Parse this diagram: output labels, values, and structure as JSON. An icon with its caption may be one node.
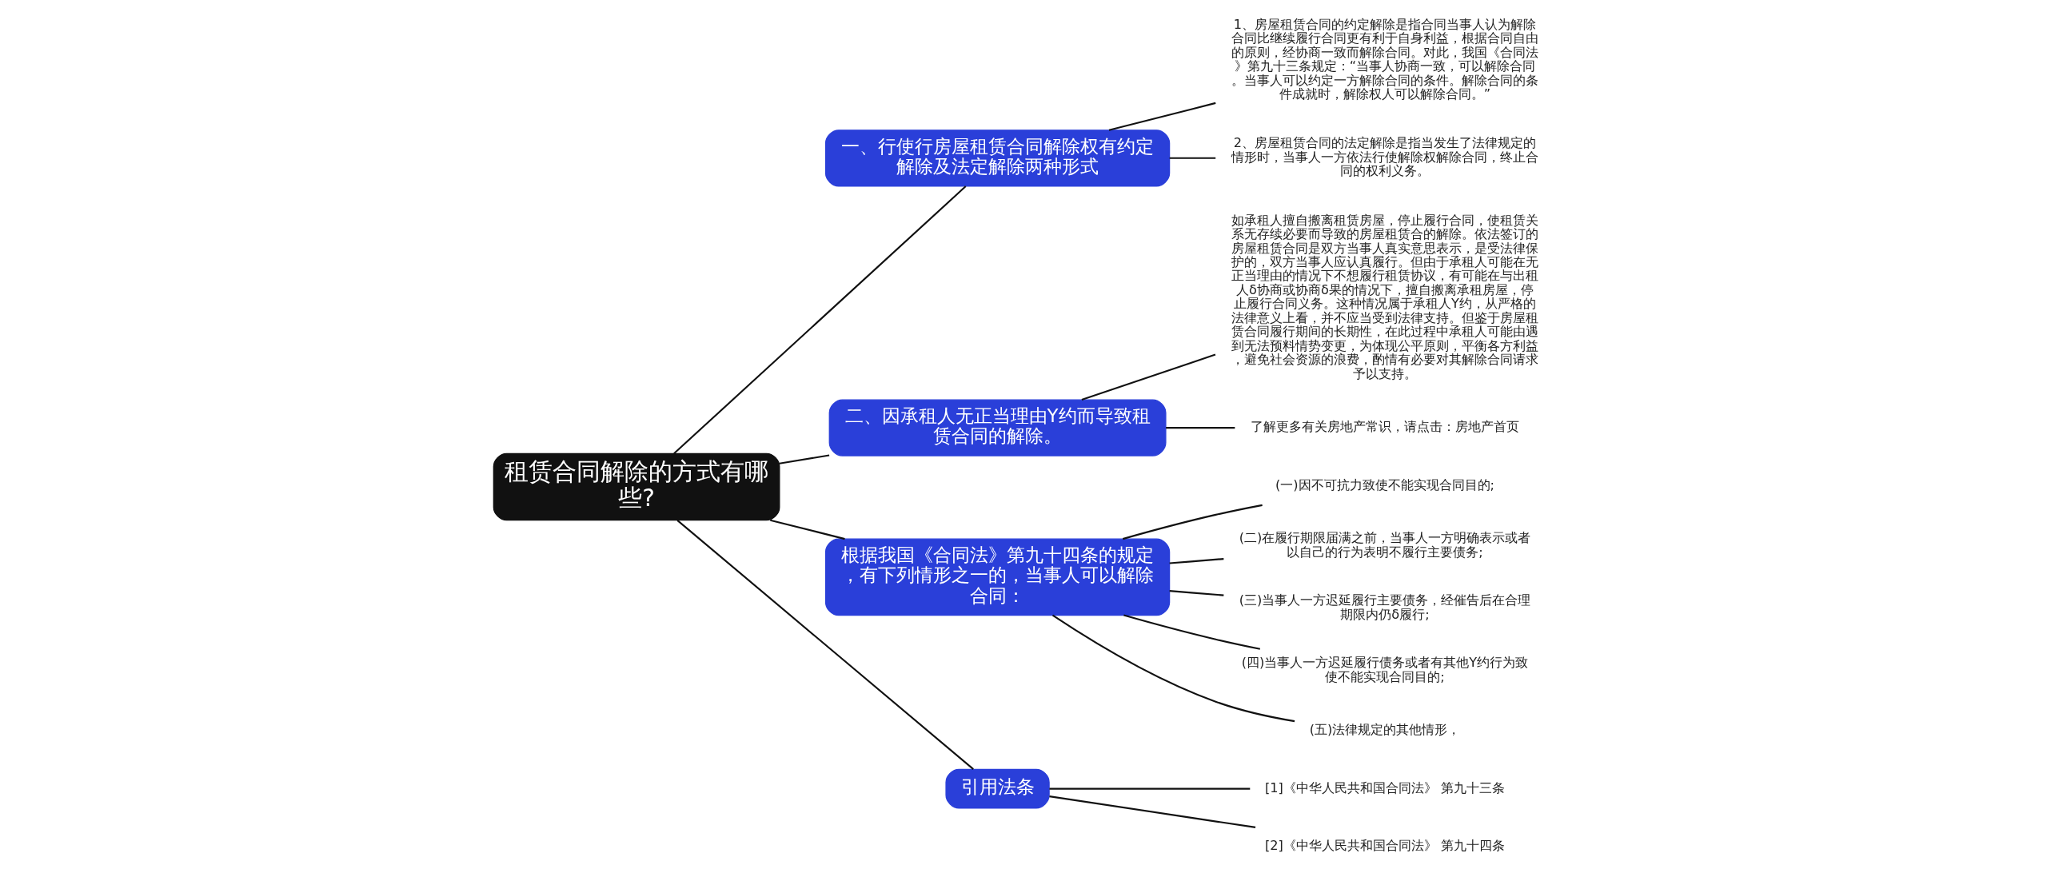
{
  "diagram": {
    "nodes": [
      {
        "text": [
          "租赁合同解除的方式有哪些?"
        ]
      },
      {
        "text": [
          "一、行使行房屋租赁合同解除权有约定解除及法定解除两种形式"
        ]
      },
      {
        "text": [
          "1、房屋租赁合同的约定解除是指合同当事人认为解除合同比继续履行合同更有利于自身利益，根据合同自由的原则，经协商一致而解除合同。对此，我国《合同法》第九十三条规定：“当事人协商一致，可以解除合同。当事人可以约定一方解除合同的条件。解除合同的条件成就时，解除权人可以解除合同。”"
        ]
      },
      {
        "text": [
          "2、房屋租赁合同的法定解除是指当发生了法律规定的情形时，当事人一方依法行使解除权解除合同，终止合同的权利义务。"
        ]
      },
      {
        "text": [
          "二、因承租人无正当理由Y约而导致租赁合同的解除。"
        ]
      },
      {
        "text": [
          "如承租人擅自搬离租赁房屋，停止履行合同，使租赁关系无存续必要而导致的房屋租赁合的解除。依法签订的房屋租赁合同是双方当事人真实意思表示，是受法律保护的，双方当事人应认真履行。但由于承租人可能在无正当理由的情况下不想履行租赁协议，有可能在与出租人δ协商或协商δ果的情况下，擅自搬离承租房屋，停止履行合同义务。这种情况属于承租人Y约，从严格的法律意义上看，并不应当受到法律支持。但鉴于房屋租赁合同履行期间的长期性，在此过程中承租人可能由遇到无法预料情势变更，为体现公平原则，平衡各方利益，避免社会资源的浪费，酌情有必要对其解除合同请求予以支持。"
        ]
      },
      {
        "text": [
          "了解更多有关房地产常识，请点击：房地产首页"
        ]
      },
      {
        "text": [
          "根据我国《合同法》第九十四条的规定，有下列情形之一的，当事人可以解除合同："
        ]
      },
      {
        "text": [
          "(一)因不可抗力致使不能实现合同目的;"
        ]
      },
      {
        "text": [
          "(二)在履行期限届满之前，当事人一方明确表示或者以自己的行为表明不履行主要债务;"
        ]
      },
      {
        "text": [
          "(三)当事人一方迟延履行主要债务，经催告后在合理期限内仍δ履行;"
        ]
      },
      {
        "text": [
          "(四)当事人一方迟延履行债务或者有其他Y约行为致使不能实现合同目的;"
        ]
      },
      {
        "text": [
          "(五)法律规定的其他情形，"
        ]
      },
      {
        "text": [
          "引用法条"
        ]
      },
      {
        "text": [
          "[1]《中华人民共和国合同法》 第九十三条"
        ]
      },
      {
        "text": [
          "[2]《中华人民共和国合同法》 第九十四条"
        ]
      }
    ],
    "edges": [
      {
        "from": 0,
        "to": 1,
        "arrow": "none"
      },
      {
        "from": 1,
        "to": 2,
        "arrow": "none"
      },
      {
        "from": 1,
        "to": 3,
        "arrow": "none"
      },
      {
        "from": 0,
        "to": 4,
        "arrow": "none"
      },
      {
        "from": 4,
        "to": 5,
        "arrow": "none"
      },
      {
        "from": 4,
        "to": 6,
        "arrow": "none"
      },
      {
        "from": 0,
        "to": 7,
        "arrow": "none"
      },
      {
        "from": 7,
        "to": 8,
        "arrow": "none"
      },
      {
        "from": 7,
        "to": 9,
        "arrow": "none"
      },
      {
        "from": 7,
        "to": 10,
        "arrow": "none"
      },
      {
        "from": 7,
        "to": 11,
        "arrow": "none"
      },
      {
        "from": 7,
        "to": 12,
        "arrow": "none"
      },
      {
        "from": 0,
        "to": 13,
        "arrow": "none"
      },
      {
        "from": 13,
        "to": 14,
        "arrow": "none"
      },
      {
        "from": 13,
        "to": 15,
        "arrow": "none"
      }
    ]
  }
}
